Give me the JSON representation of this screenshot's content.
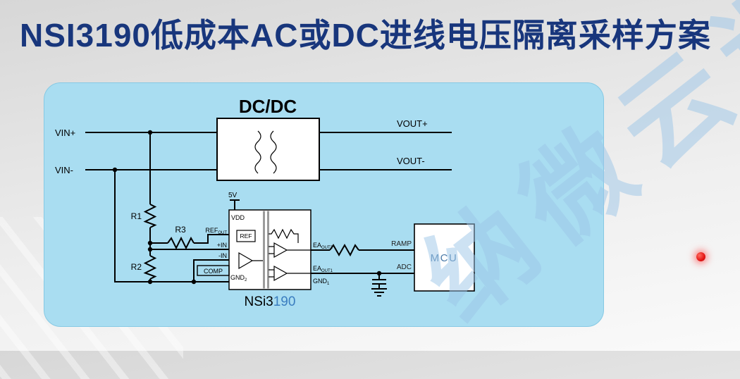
{
  "page": {
    "title": "NSI3190低成本AC或DC进线电压隔离采样方案",
    "watermark": "纳微云课"
  },
  "schematic": {
    "dcdc_label": "DC/DC",
    "vin_plus": "VIN+",
    "vin_minus": "VIN-",
    "vout_plus": "VOUT+",
    "vout_minus": "VOUT-",
    "r1": "R1",
    "r2": "R2",
    "r3": "R3",
    "supply_5v": "5V",
    "chip": {
      "vdd": "VDD",
      "ref_box": "REF",
      "refout_main": "REF",
      "refout_sub": "OUT",
      "in_plus": "+IN",
      "in_minus": "-IN",
      "comp": "COMP",
      "gnd2_main": "GND",
      "gnd2_sub": "2",
      "eaout2_main": "EA",
      "eaout2_sub": "OUT2",
      "eaout1_main": "EA",
      "eaout1_sub": "OUT1",
      "gnd1_main": "GND",
      "gnd1_sub": "1",
      "name_prefix": "NSi3",
      "name_suffix": "190"
    },
    "ramp": "RAMP",
    "adc": "ADC",
    "mcu": "MCU"
  },
  "colors": {
    "title": "#18367c",
    "panel": "#a9ddf1",
    "chip_name_accent": "#3b7ec0",
    "mcu_text": "#4a7aa8",
    "watermark": "#9cc6e8",
    "laser": "#e41414"
  }
}
